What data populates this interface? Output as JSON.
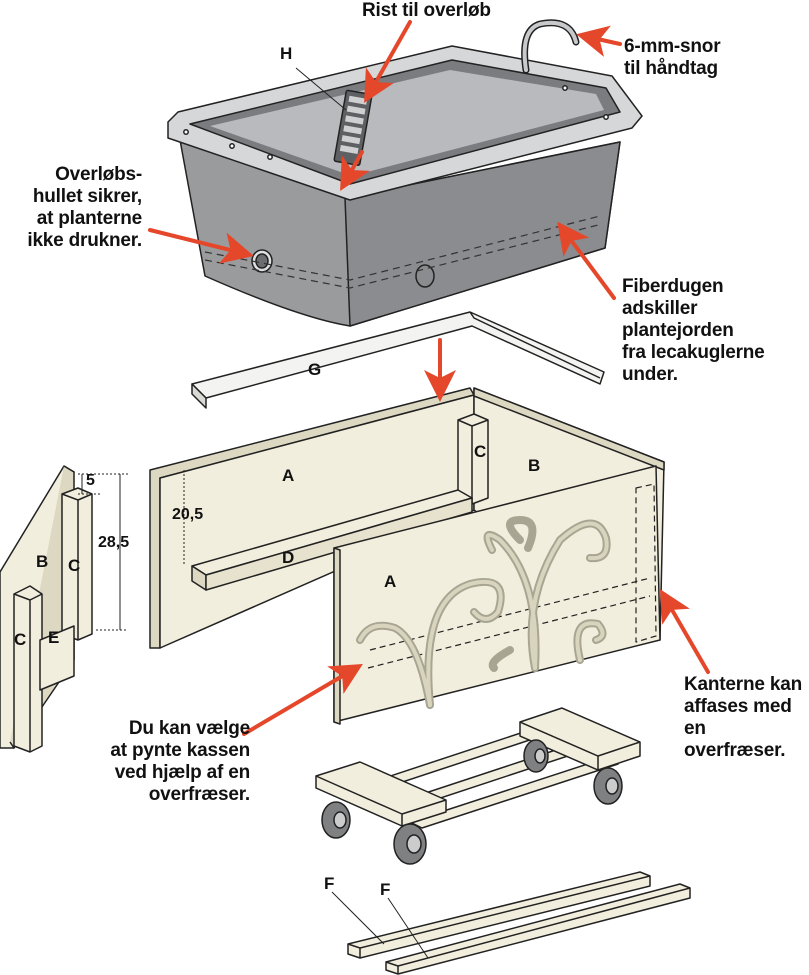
{
  "colors": {
    "arrow": "#e5472a",
    "wood": "#f2eedd",
    "wood_shade": "#ddd8c2",
    "tub": "#9a9b9d",
    "tub_dark": "#7c7d80",
    "rim": "#d4d5d7",
    "outline": "#222222"
  },
  "callouts": {
    "grate": "Rist til overløb",
    "cord": "6-mm-snor\ntil håndtag",
    "overflow": "Overløbs-\nhullet sikrer,\nat planterne\nikke drukner.",
    "fabric": "Fiberdugen\nadskiller\nplantejorden\nfra lecakuglerne\nunder.",
    "edges": "Kanterne kan\naffases med en\noverfræser.",
    "decorate": "Du kan vælge\nat pynte kassen\nved hjælp af en\noverfræser."
  },
  "parts": {
    "h": "H",
    "g": "G",
    "a_back": "A",
    "a_front": "A",
    "b_end": "B",
    "b_side": "B",
    "c_inner": "C",
    "c_side_top": "C",
    "c_side_bottom": "C",
    "d": "D",
    "e": "E",
    "f1": "F",
    "f2": "F"
  },
  "dimensions": {
    "depth": "20,5",
    "top_gap": "5",
    "height": "28,5"
  }
}
